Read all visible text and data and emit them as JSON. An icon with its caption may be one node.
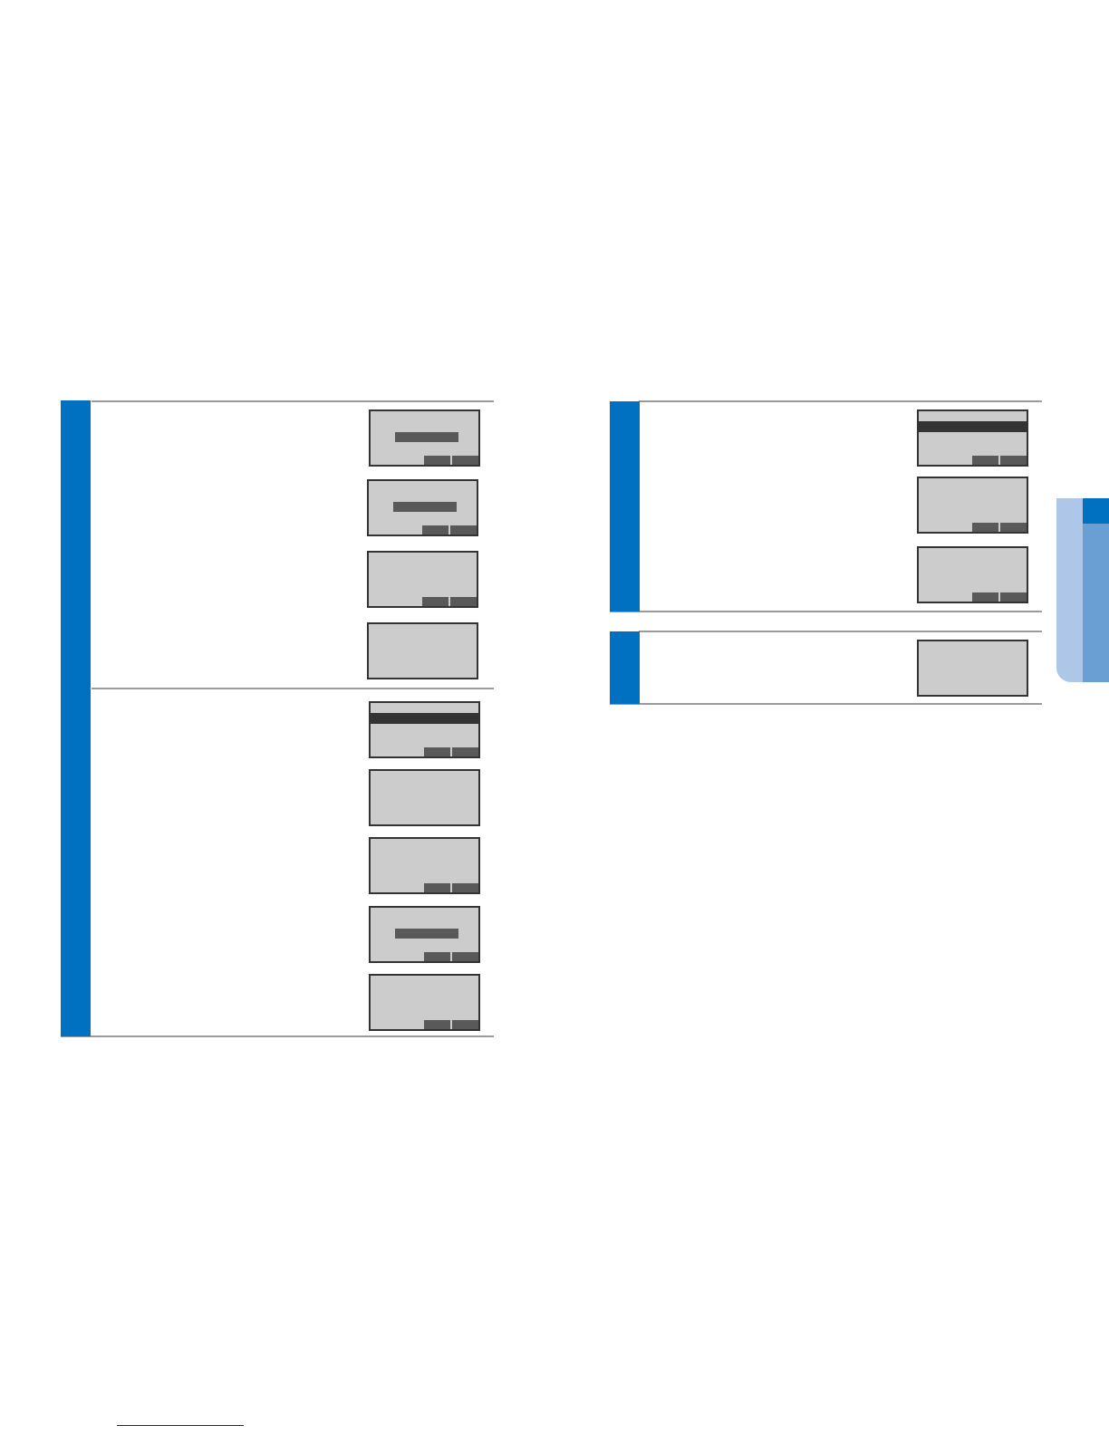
{
  "diagram": {
    "nodes": [
      {
        "text": [],
        "shape": "bar"
      },
      {
        "text": [],
        "shape": "box"
      },
      {
        "text": [],
        "shape": "box"
      },
      {
        "text": [],
        "shape": "box"
      },
      {
        "text": [],
        "shape": "box"
      },
      {
        "text": [],
        "shape": "box"
      },
      {
        "text": [],
        "shape": "box"
      },
      {
        "text": [],
        "shape": "box"
      },
      {
        "text": [],
        "shape": "box"
      },
      {
        "text": [],
        "shape": "box"
      },
      {
        "text": [],
        "shape": "bar"
      },
      {
        "text": [],
        "shape": "box"
      },
      {
        "text": [],
        "shape": "box"
      },
      {
        "text": [],
        "shape": "box"
      },
      {
        "text": [],
        "shape": "bar"
      },
      {
        "text": [],
        "shape": "box"
      }
    ]
  }
}
